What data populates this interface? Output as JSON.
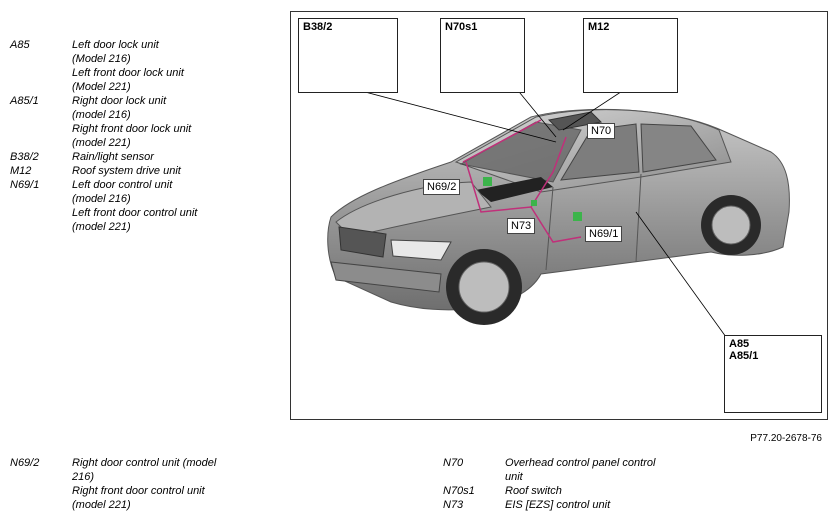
{
  "legend_top": [
    {
      "code": "A85",
      "lines": [
        "Left door lock unit",
        "(Model 216)",
        "Left front door lock unit",
        "(Model 221)"
      ]
    },
    {
      "code": "A85/1",
      "lines": [
        "Right door lock unit",
        "(model 216)",
        "Right front door lock unit",
        "(model 221)"
      ]
    },
    {
      "code": "B38/2",
      "lines": [
        "Rain/light sensor"
      ]
    },
    {
      "code": "M12",
      "lines": [
        "Roof system drive unit"
      ]
    },
    {
      "code": "N69/1",
      "lines": [
        "Left door control unit",
        "(model 216)",
        "Left front door control unit",
        "(model 221)"
      ]
    }
  ],
  "legend_bottom_left": [
    {
      "code": "N69/2",
      "lines": [
        "Right door control unit (model",
        "216)",
        "Right front door control unit",
        "(model 221)"
      ]
    }
  ],
  "legend_bottom_right": [
    {
      "code": "N70",
      "lines": [
        "Overhead control panel control unit"
      ]
    },
    {
      "code": "N70s1",
      "lines": [
        "Roof switch"
      ]
    },
    {
      "code": "N73",
      "lines": [
        "EIS [EZS] control unit"
      ]
    }
  ],
  "figure": {
    "callouts": {
      "b38": "B38/2",
      "n70s1": "N70s1",
      "m12": "M12",
      "a85": "A85",
      "a851": "A85/1"
    },
    "tags": {
      "n70": "N70",
      "n692": "N69/2",
      "n73": "N73",
      "n691": "N69/1"
    },
    "caption": "P77.20-2678-76"
  }
}
